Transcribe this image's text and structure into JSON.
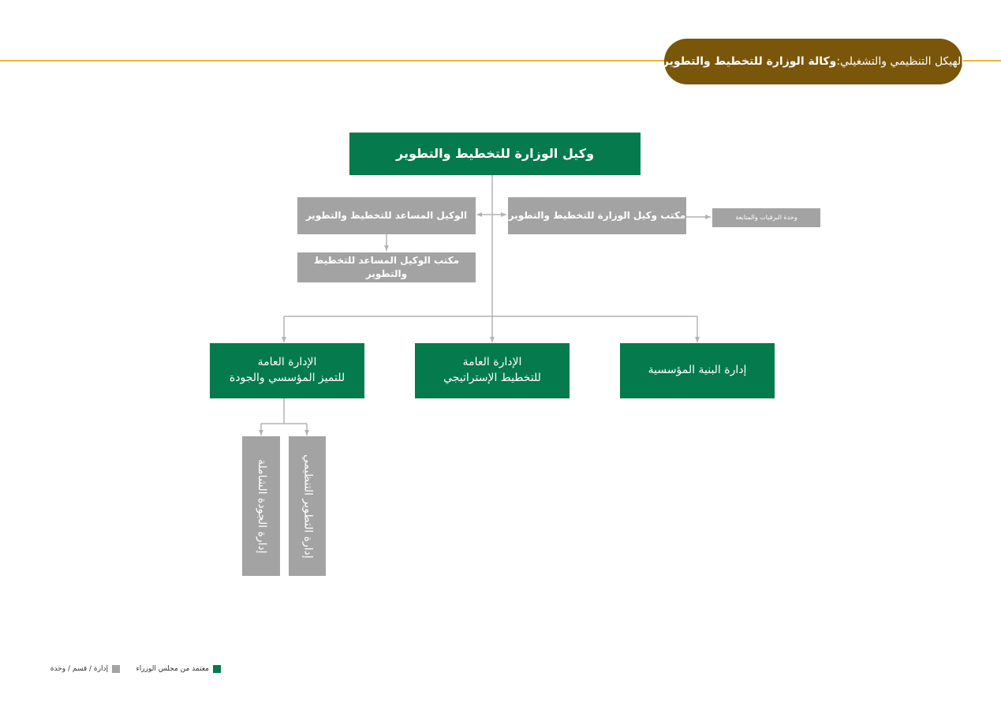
{
  "header": {
    "prefix": "الهيكل التنظيمي والتشغيلي:",
    "title": "وكالة الوزارة للتخطيط والتطوير"
  },
  "colors": {
    "approved": "#047a4d",
    "unit": "#a3a3a3",
    "header_bg": "#7a560a",
    "accent_line": "#e7b53b",
    "connector": "#b3b3b3"
  },
  "nodes": {
    "deputy": "وكيل الوزارة للتخطيط والتطوير",
    "assistant_deputy": "الوكيل المساعد للتخطيط والتطوير",
    "deputy_office": "مكتب وكيل الوزارة للتخطيط والتطوير",
    "telegrams_unit": "وحدة البرقيات والمتابعة",
    "assistant_office": "مكتب الوكيل المساعد للتخطيط والتطوير",
    "excellence_line1": "الإدارة العامة",
    "excellence_line2": "للتميز المؤسسي والجودة",
    "strategic_line1": "الإدارة العامة",
    "strategic_line2": "للتخطيط الإستراتيجي",
    "structure": "إدارة البنية المؤسسية",
    "total_quality": "إدارة الجودة الشاملة",
    "org_dev": "إدارة التطوير التنظيمي"
  },
  "legend": {
    "approved": "معتمد من مجلس الوزراء",
    "unit": "إدارة / قسم / وحدة"
  }
}
